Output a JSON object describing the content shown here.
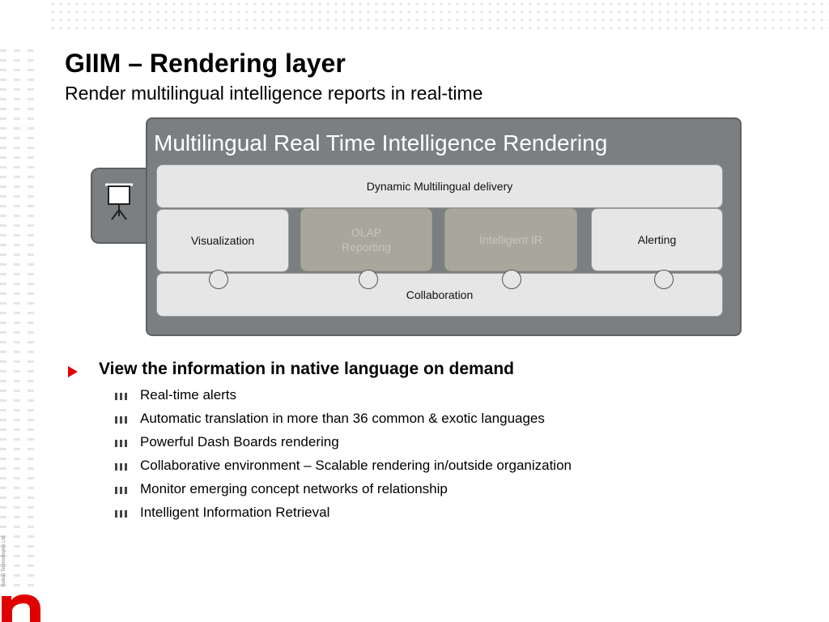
{
  "slide": {
    "title": "GIIM – Rendering layer",
    "subtitle": "Render multilingual intelligence reports in real-time",
    "side_note": "Xalted Technologies Ltd"
  },
  "diagram": {
    "panel_title": "Multilingual Real Time Intelligence Rendering",
    "top_bar": "Dynamic Multilingual delivery",
    "modules": [
      {
        "label": "Visualization",
        "active": true
      },
      {
        "label": "OLAP\nReporting",
        "active": false
      },
      {
        "label": "Intelligent IR",
        "active": false
      },
      {
        "label": "Alerting",
        "active": true
      }
    ],
    "bottom_bar": "Collaboration",
    "icon": "projector-screen-icon",
    "colors": {
      "panel": "#7c7f82",
      "box": "#e6e6e6",
      "inactive_box": "#a9a79b"
    }
  },
  "bullets": {
    "main": "View the information in native language on demand",
    "items": [
      "Real-time alerts",
      "Automatic translation in more than 36 common & exotic languages",
      "Powerful Dash Boards rendering",
      "Collaborative environment – Scalable rendering in/outside organization",
      "Monitor emerging concept networks of relationship",
      "Intelligent Information Retrieval"
    ],
    "marker_color": "#e00000"
  },
  "logo": {
    "name": "n-logo",
    "color": "#e00000"
  }
}
